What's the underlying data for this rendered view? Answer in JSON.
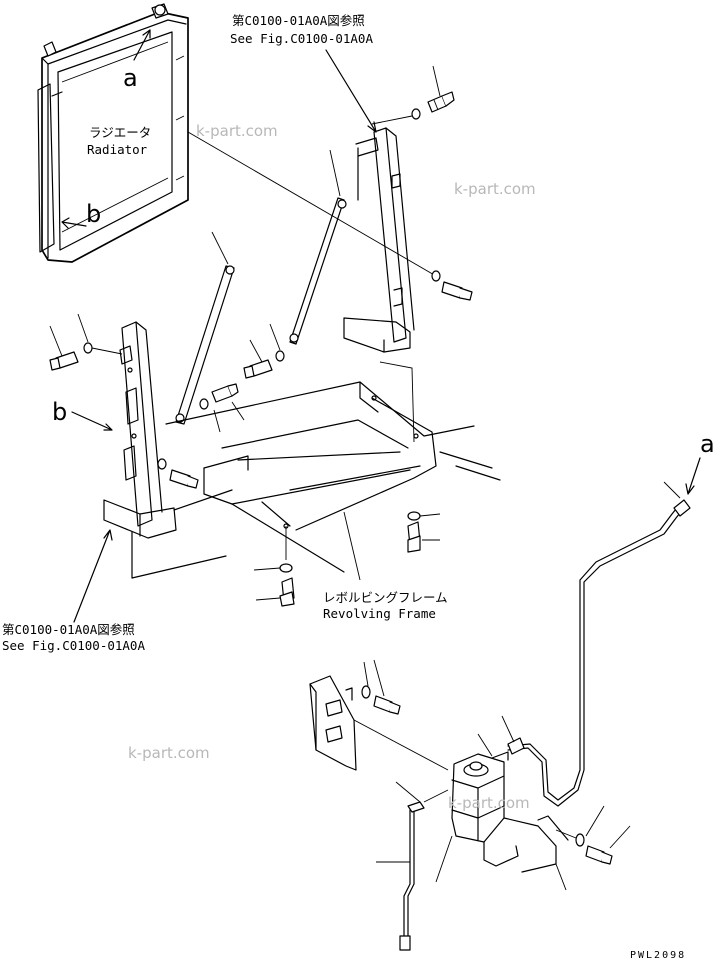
{
  "labels": {
    "see_fig_top_jp": "第C0100-01A0A図参照",
    "see_fig_top_en": "See Fig.C0100-01A0A",
    "radiator_jp": "ラジエータ",
    "radiator_en": "Radiator",
    "see_fig_left_jp": "第C0100-01A0A図参照",
    "see_fig_left_en": "See Fig.C0100-01A0A",
    "frame_jp": "レボルビングフレーム",
    "frame_en": "Revolving Frame",
    "view_a": "a",
    "view_b": "b",
    "drawing_code": "PWL2098"
  },
  "watermark": "k-part.com"
}
